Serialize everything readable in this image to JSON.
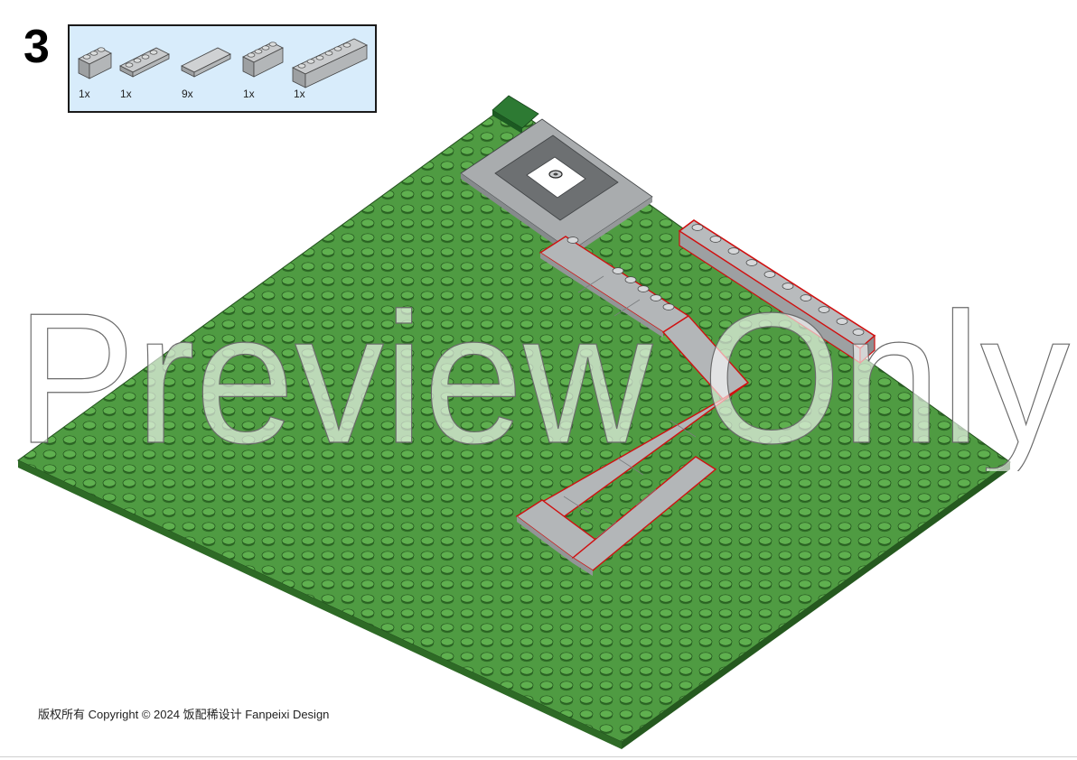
{
  "step": {
    "number": "3"
  },
  "parts": [
    {
      "icon": "brick-1x3-icon",
      "qty": "1x"
    },
    {
      "icon": "plate-1x4-icon",
      "qty": "1x"
    },
    {
      "icon": "tile-1x4-icon",
      "qty": "9x"
    },
    {
      "icon": "brick-1x4-icon",
      "qty": "1x"
    },
    {
      "icon": "brick-1x6-icon",
      "qty": "1x"
    }
  ],
  "watermark": {
    "text": "Preview Only"
  },
  "footer": {
    "copyright": "版权所有 Copyright © 2024 饭配稀设计 Fanpeixi Design"
  },
  "colors": {
    "baseplate": "#4f9b42",
    "baseplate_dark": "#2e6a26",
    "part_gray": "#a9acae",
    "part_box_bg": "#d8ecfb",
    "new_part_outline": "#d01010"
  }
}
